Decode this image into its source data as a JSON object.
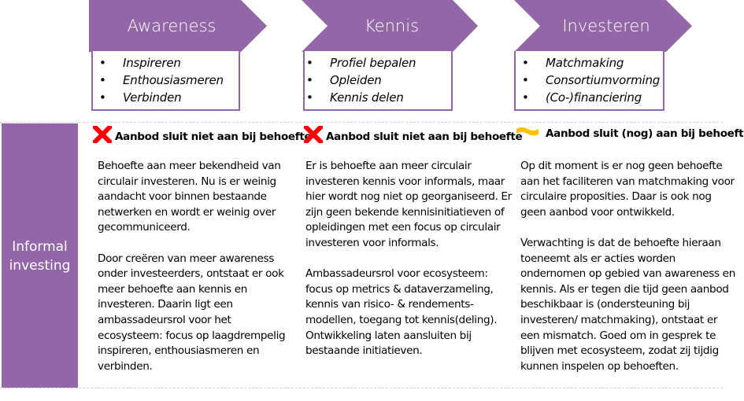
{
  "colors": {
    "primary_purple": "#9366a8",
    "divider": "#e2c8ee",
    "cross_red": "#ff0000",
    "flag_yellow": "#ffc000"
  },
  "stages": [
    {
      "title": "Awareness",
      "items": [
        "Inspireren",
        "Enthousiasmeren",
        "Verbinden"
      ]
    },
    {
      "title": "Kennis",
      "items": [
        "Profiel bepalen",
        "Opleiden",
        "Kennis delen"
      ]
    },
    {
      "title": "Investeren",
      "items": [
        "Matchmaking",
        "Consortiumvorming",
        "(Co-)financiering"
      ]
    }
  ],
  "row": {
    "label_line1": "Informal",
    "label_line2": "investing"
  },
  "assessments": [
    {
      "icon": "red-cross-icon",
      "status": "Aanbod sluit niet aan bij behoefte",
      "paragraphs": [
        "Behoefte aan meer bekendheid van circulair investeren. Nu is er weinig aandacht voor binnen bestaande netwerken en wordt er weinig over gecommuniceerd.",
        "Door creëren van meer awareness onder investeerders, ontstaat er ook meer behoefte aan kennis en investeren. Daarin ligt een ambassadeursrol voor het ecosysteem: focus op laagdrempelig inspireren, enthousiasmeren en verbinden."
      ]
    },
    {
      "icon": "red-cross-icon",
      "status": "Aanbod sluit niet aan bij behoefte",
      "paragraphs": [
        "Er is behoefte aan meer circulair investeren kennis voor informals, maar hier wordt nog niet op georganiseerd. Er zijn geen bekende kennisinitiatieven of opleidingen met een focus op circulair investeren voor informals.",
        "Ambassadeursrol voor ecosysteem: focus op metrics & dataverzameling, kennis van risico- & rendements-modellen, toegang tot kennis(deling). Ontwikkeling laten aansluiten bij bestaande initiatieven."
      ]
    },
    {
      "icon": "yellow-flag-icon",
      "status": "Aanbod sluit (nog) aan bij behoefte",
      "paragraphs": [
        "Op dit moment is er nog geen behoefte aan het faciliteren van matchmaking voor circulaire proposities. Daar is ook nog geen aanbod voor ontwikkeld.",
        "Verwachting is dat de behoefte hieraan toeneemt als er acties worden ondernomen op gebied van awareness en kennis. Als er tegen die tijd geen aanbod beschikbaar is (ondersteuning bij investeren/ matchmaking), ontstaat er een mismatch. Goed om in gesprek te blijven met ecosysteem, zodat zij tijdig kunnen inspelen op behoeften."
      ]
    }
  ]
}
